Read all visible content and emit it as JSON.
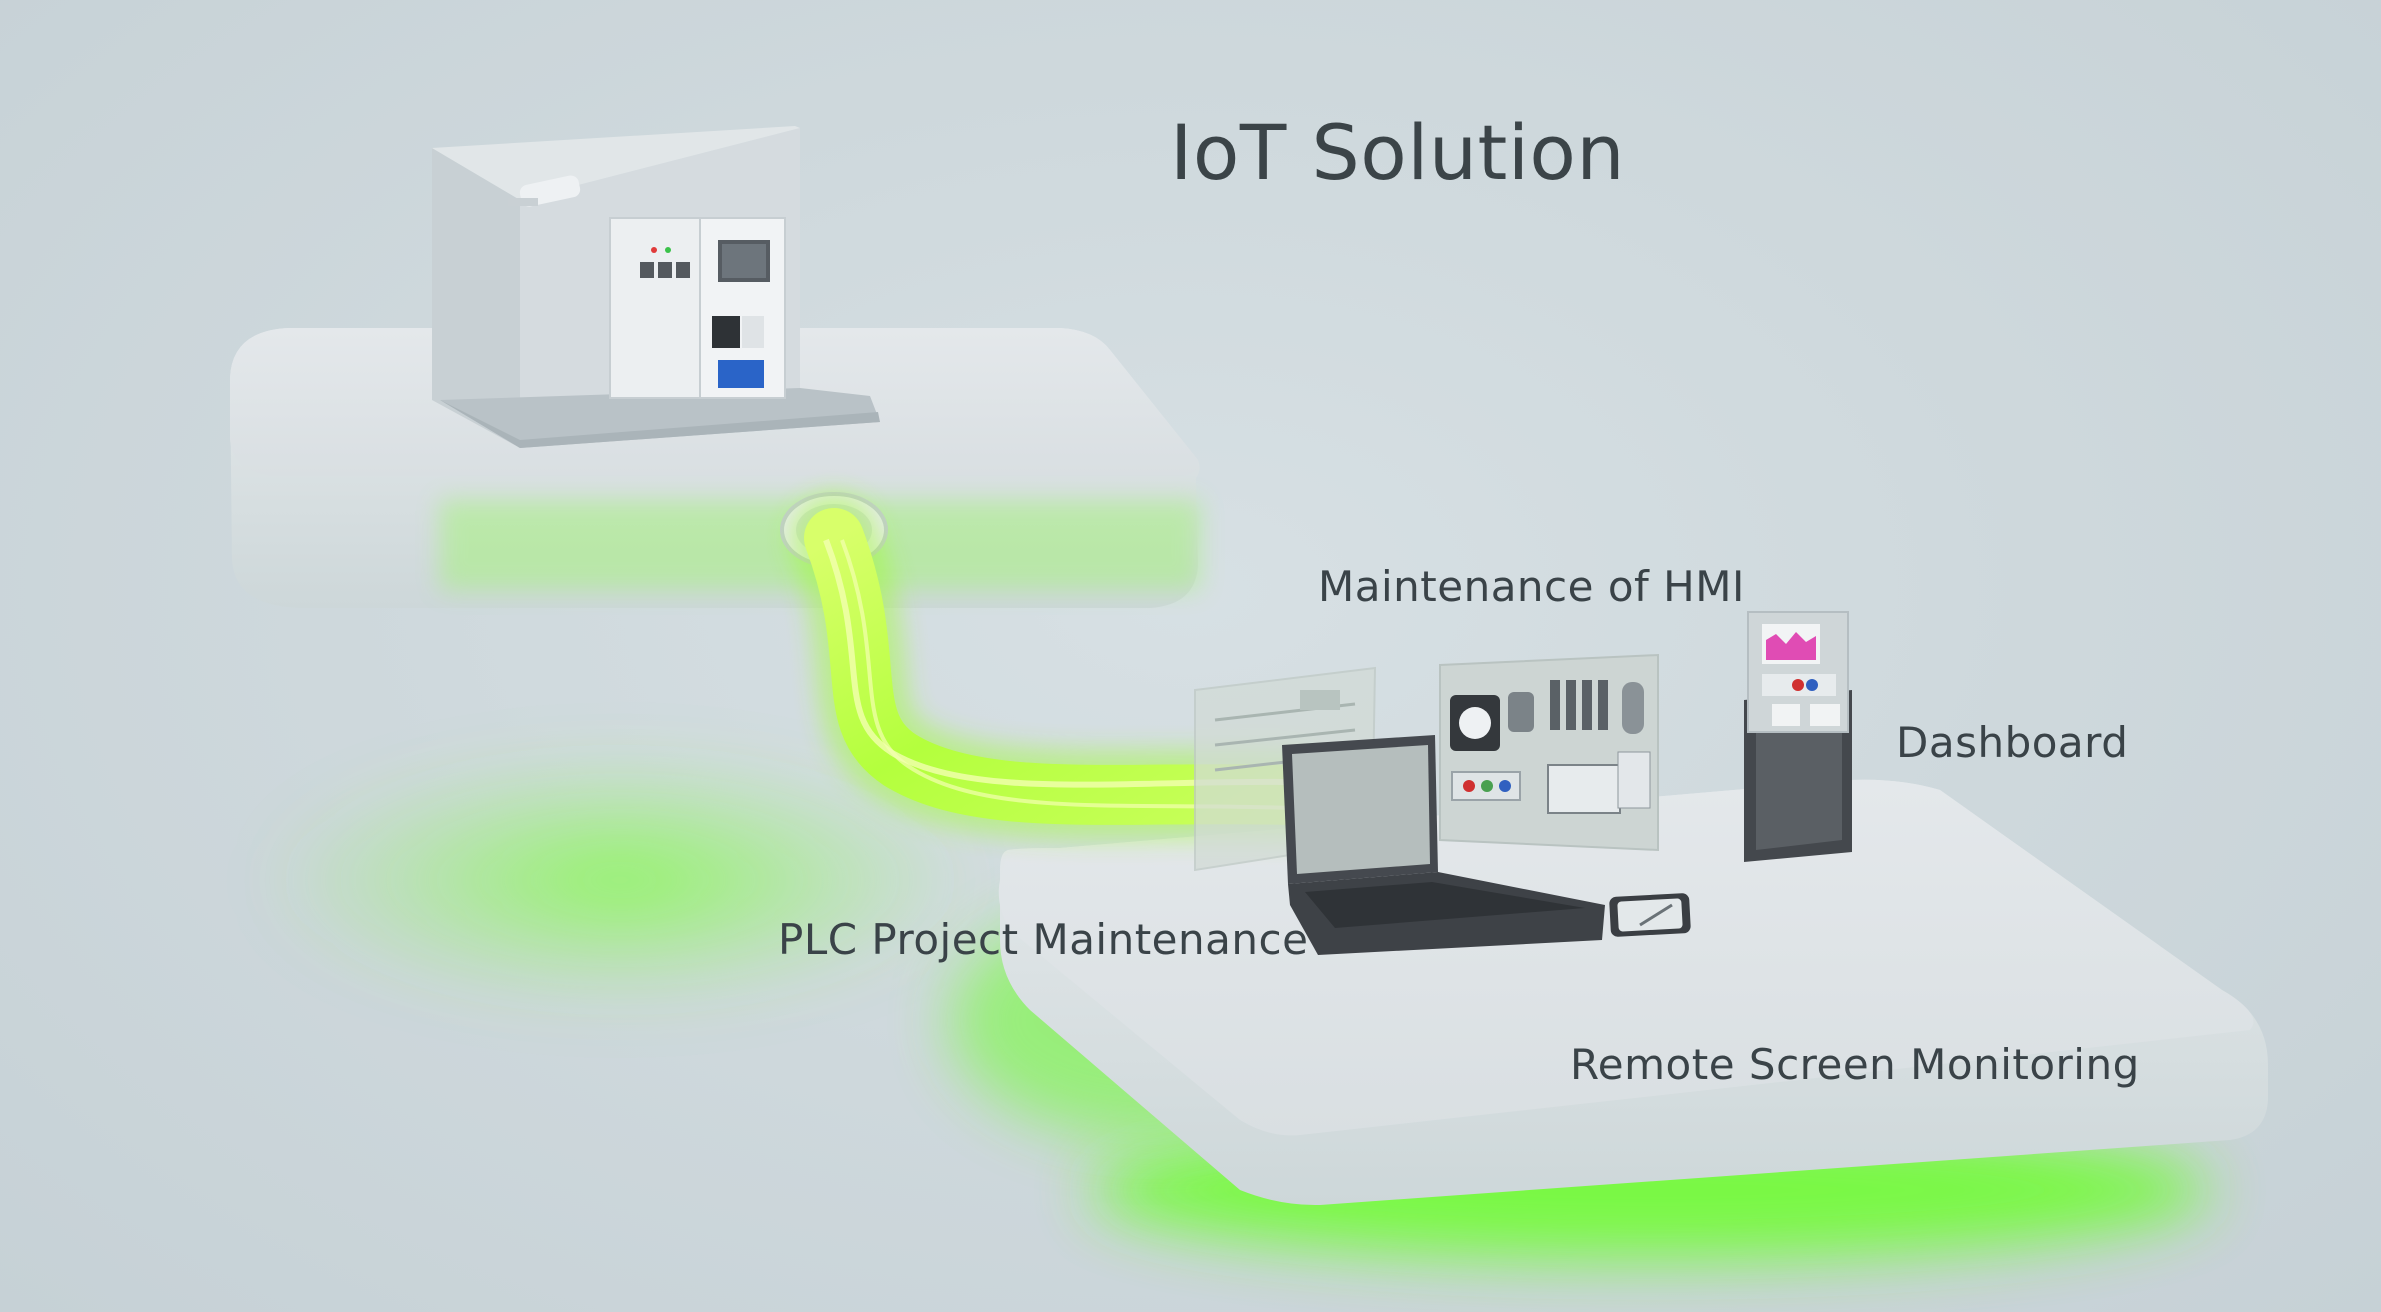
{
  "title": "IoT Solution",
  "labels": {
    "hmi_maintenance": "Maintenance of HMI",
    "dashboard": "Dashboard",
    "plc_project_maintenance": "PLC Project Maintenance",
    "remote_screen_monitoring": "Remote Screen Monitoring"
  },
  "colors": {
    "background": "#cfd9dd",
    "platform": "#e3e7ea",
    "glow": "#6cff2a",
    "cable": "#a8ff3a",
    "device_dark": "#3c3f44",
    "text": "#3a4348"
  },
  "icons": [
    "industrial-cabinet-icon",
    "plc-controller-icon",
    "security-camera-icon",
    "hmi-panel-icon",
    "laptop-icon",
    "dashboard-tablet-icon",
    "smartphone-icon",
    "data-cable-icon"
  ]
}
